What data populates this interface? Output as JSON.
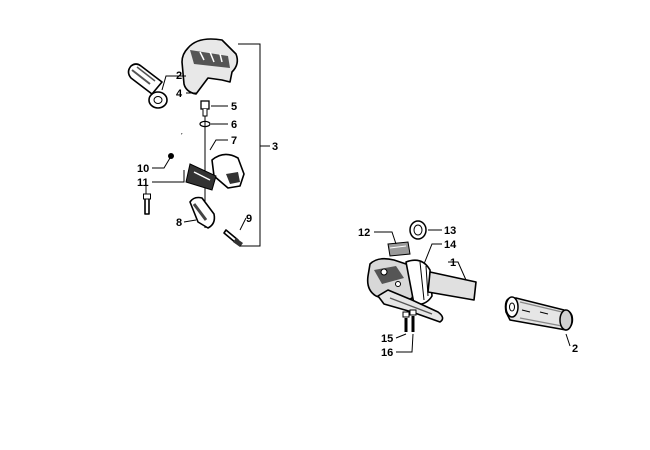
{
  "diagram": {
    "callouts": [
      {
        "id": "c1",
        "text": "1"
      },
      {
        "id": "c2a",
        "text": "2"
      },
      {
        "id": "c2b",
        "text": "2"
      },
      {
        "id": "c3",
        "text": "3"
      },
      {
        "id": "c4",
        "text": "4"
      },
      {
        "id": "c5",
        "text": "5"
      },
      {
        "id": "c6",
        "text": "6"
      },
      {
        "id": "c7",
        "text": "7"
      },
      {
        "id": "c8",
        "text": "8"
      },
      {
        "id": "c9",
        "text": "9"
      },
      {
        "id": "c10",
        "text": "10"
      },
      {
        "id": "c11",
        "text": "11"
      },
      {
        "id": "c12",
        "text": "12"
      },
      {
        "id": "c13",
        "text": "13"
      },
      {
        "id": "c14",
        "text": "14"
      },
      {
        "id": "c15",
        "text": "15"
      },
      {
        "id": "c16",
        "text": "16"
      }
    ]
  },
  "colors": {
    "ink": "#000000",
    "part_fill": "#ffffff",
    "shade": "#8a8a8a",
    "dark": "#3a3a3a"
  }
}
